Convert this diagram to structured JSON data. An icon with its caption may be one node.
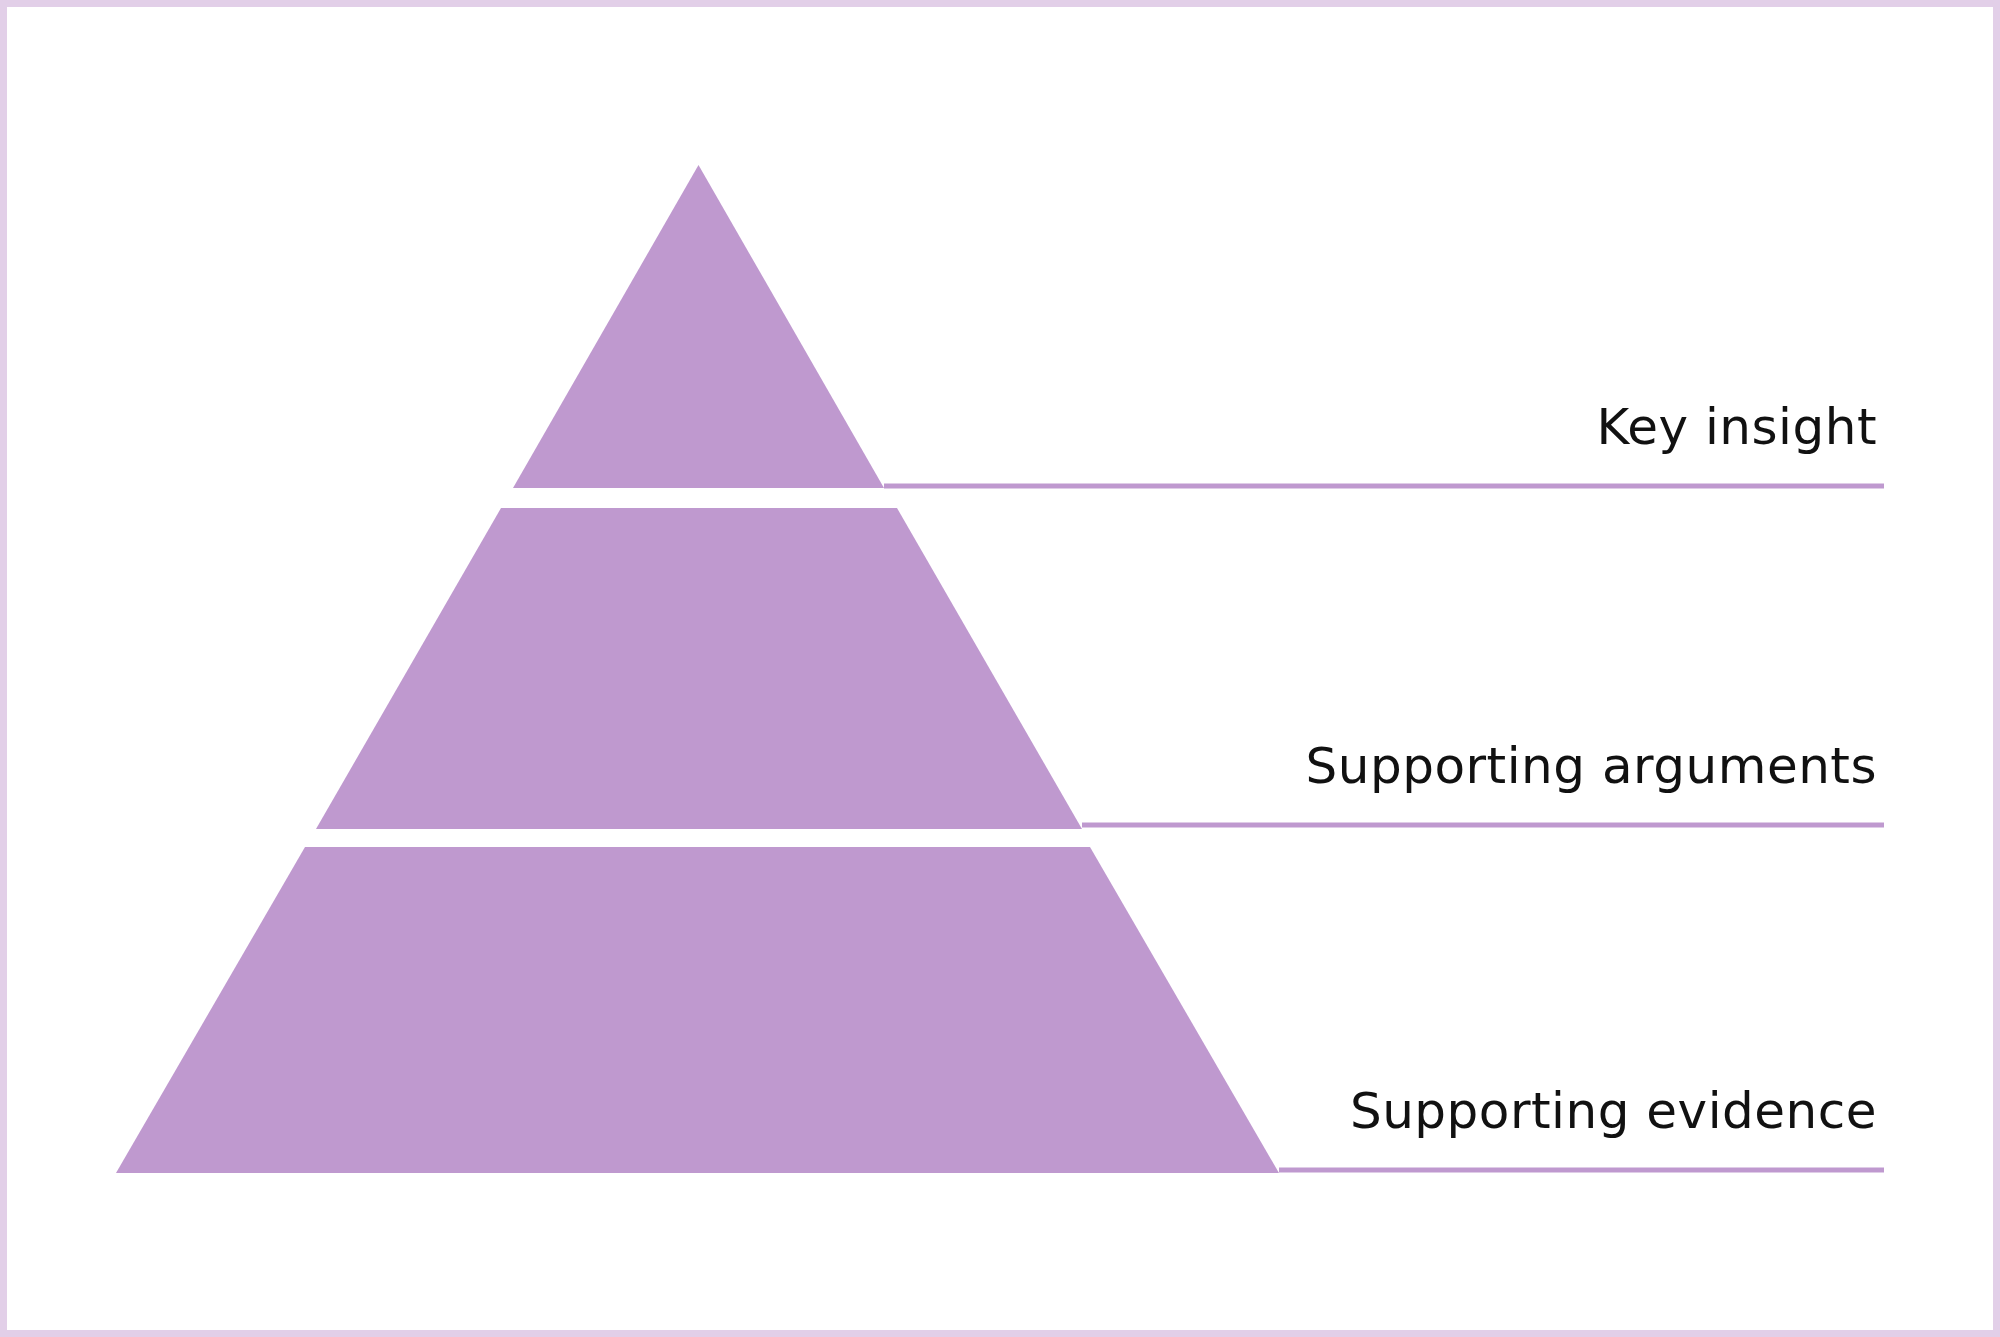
{
  "diagram": {
    "nodes": [
      {
        "text": [],
        "shape": "triangle"
      },
      {
        "text": [],
        "shape": "trapezoid"
      },
      {
        "text": [],
        "shape": "trapezoid"
      }
    ],
    "labels": [
      "Key insight",
      "Supporting arguments",
      "Supporting evidence"
    ]
  }
}
